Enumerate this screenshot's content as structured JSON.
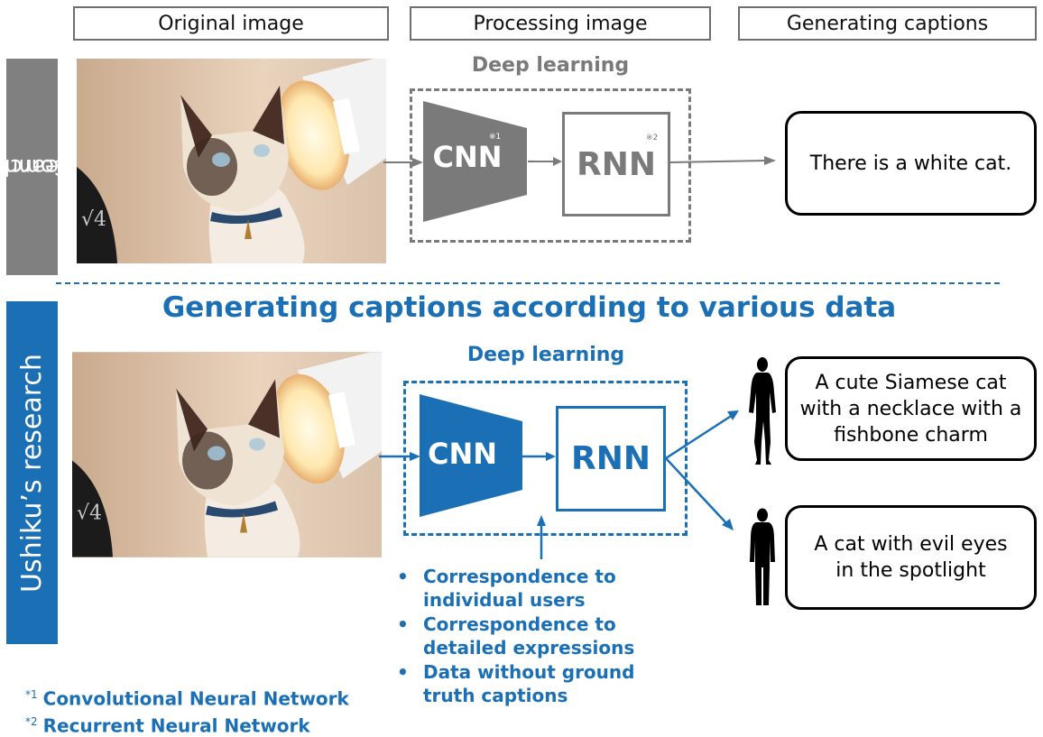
{
  "headers": {
    "original": "Original image",
    "processing": "Processing image",
    "generating": "Generating captions"
  },
  "top": {
    "side_label_line1": "Common",
    "side_label_line2": "research",
    "deep_learning": "Deep learning",
    "cnn": "CNN",
    "cnn_note": "※1",
    "rnn": "RNN",
    "rnn_note": "※2",
    "caption": "There is a white cat."
  },
  "bottom": {
    "headline": "Generating captions according to various data",
    "side_label": "Ushiku’s research",
    "deep_learning": "Deep learning",
    "cnn": "CNN",
    "rnn": "RNN",
    "caption_1": "A cute Siamese cat with a necklace with a fishbone charm",
    "caption_2": "A cat with evil eyes in the spotlight",
    "bullets": [
      {
        "dot": "•",
        "line1": "Correspondence to",
        "line2": "individual users"
      },
      {
        "dot": "•",
        "line1": "Correspondence to",
        "line2": "detailed expressions"
      },
      {
        "dot": "•",
        "line1": "Data without ground",
        "line2": "truth captions"
      }
    ]
  },
  "footnotes": [
    {
      "mark": "*1",
      "text": "Convolutional Neural Network"
    },
    {
      "mark": "*2",
      "text": "Recurrent Neural Network"
    }
  ],
  "colors": {
    "gray": "#7a7a7a",
    "blue": "#1a6fb5",
    "side_gray": "#808080",
    "side_blue": "#1a6fb5"
  }
}
